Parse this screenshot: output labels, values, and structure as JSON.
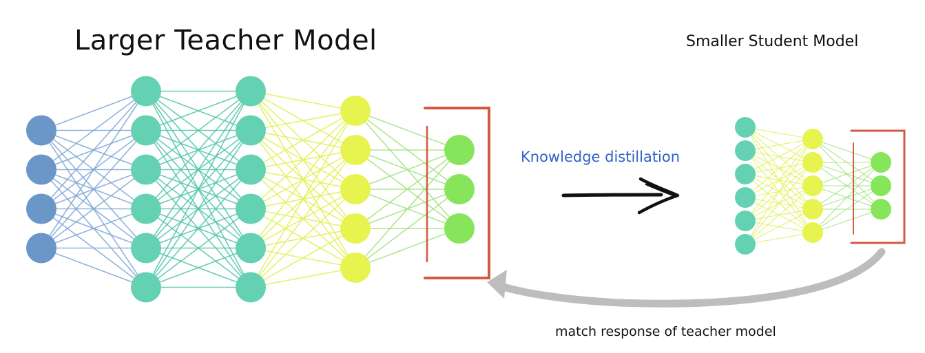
{
  "labels": {
    "teacher_title": "Larger Teacher Model",
    "student_title": "Smaller Student Model",
    "distillation": "Knowledge distillation",
    "match": "match response of teacher model"
  },
  "colors": {
    "input": "#6b96c8",
    "hidden_teal": "#64d2b2",
    "hidden_yellow": "#e7f34e",
    "output_green": "#86e55a",
    "edge_blue": "#7ea6d6",
    "edge_teal": "#4fc6a6",
    "edge_yellow": "#dff050",
    "edge_green": "#9fe27a",
    "bracket": "#d25a40",
    "arrow": "#111111",
    "return_arrow": "#bdbdbd",
    "label_blue": "#2f63c7"
  },
  "teacher": {
    "layers": [
      {
        "nodes": 4,
        "color": "input"
      },
      {
        "nodes": 6,
        "color": "hidden_teal"
      },
      {
        "nodes": 6,
        "color": "hidden_teal"
      },
      {
        "nodes": 5,
        "color": "hidden_yellow"
      },
      {
        "nodes": 3,
        "color": "output_green"
      }
    ],
    "edge_colors": [
      "edge_blue",
      "edge_teal",
      "edge_yellow",
      "edge_green"
    ]
  },
  "student": {
    "layers": [
      {
        "nodes": 6,
        "color": "hidden_teal"
      },
      {
        "nodes": 5,
        "color": "hidden_yellow"
      },
      {
        "nodes": 3,
        "color": "output_green"
      }
    ],
    "edge_colors": [
      "edge_yellow",
      "edge_green"
    ]
  }
}
